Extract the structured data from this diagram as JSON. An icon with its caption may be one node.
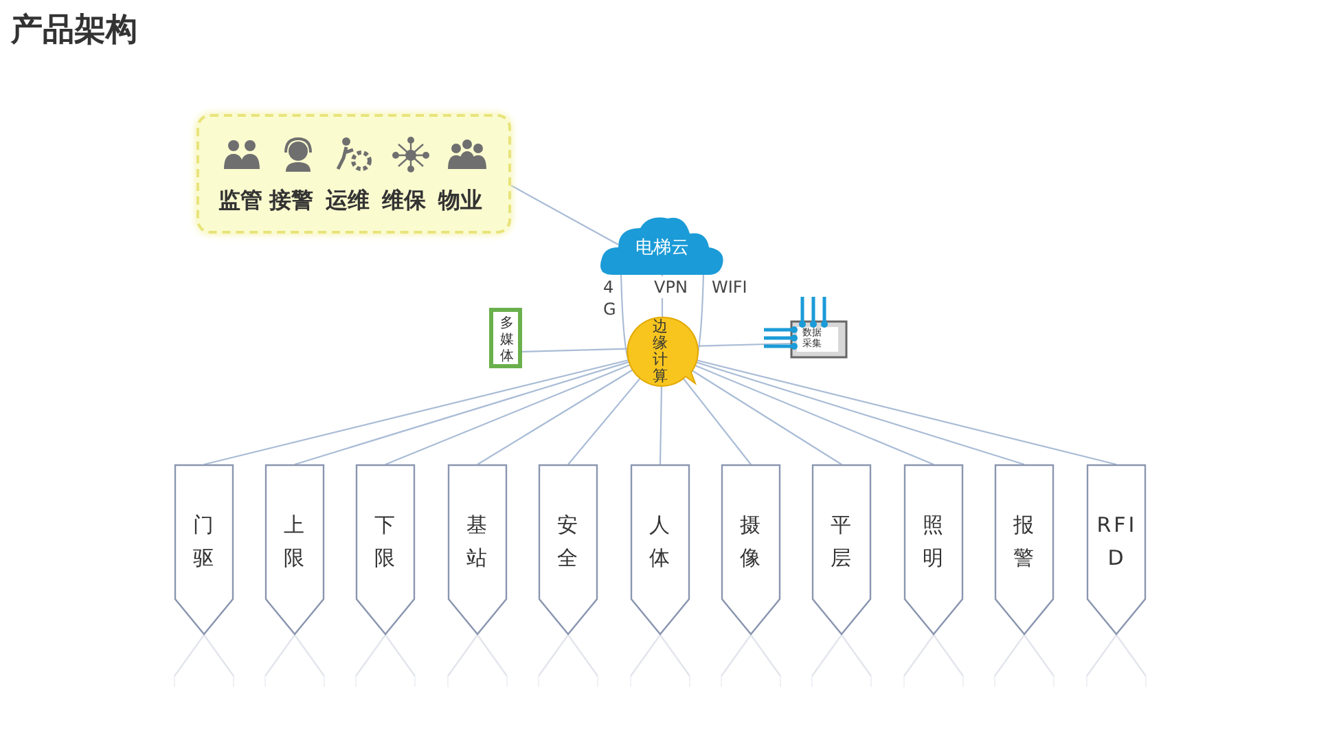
{
  "diagram": {
    "title": "产品架构",
    "nodes": [
      {
        "text": [
          "监管",
          "接警",
          "运维",
          "维保",
          "物业"
        ]
      },
      {
        "text": [
          "电梯云"
        ]
      },
      {
        "text": [
          "边缘计算"
        ]
      },
      {
        "text": [
          "多媒体"
        ]
      },
      {
        "text": [
          "数据采集"
        ]
      },
      {
        "text": [
          "门驱"
        ]
      },
      {
        "text": [
          "上限"
        ]
      },
      {
        "text": [
          "下限"
        ]
      },
      {
        "text": [
          "基站"
        ]
      },
      {
        "text": [
          "安全"
        ]
      },
      {
        "text": [
          "人体"
        ]
      },
      {
        "text": [
          "摄像"
        ]
      },
      {
        "text": [
          "平层"
        ]
      },
      {
        "text": [
          "照明"
        ]
      },
      {
        "text": [
          "报警"
        ]
      },
      {
        "text": [
          "RFID"
        ]
      }
    ],
    "edges": [
      {
        "from": 0,
        "to": 1,
        "arrow": "none"
      },
      {
        "from": 1,
        "to": 2,
        "arrow": "none",
        "label": "4G"
      },
      {
        "from": 1,
        "to": 2,
        "arrow": "none",
        "label": "VPN"
      },
      {
        "from": 1,
        "to": 2,
        "arrow": "none",
        "label": "WIFI"
      },
      {
        "from": 3,
        "to": 2,
        "arrow": "none"
      },
      {
        "from": 4,
        "to": 2,
        "arrow": "none"
      },
      {
        "from": 2,
        "to": 5,
        "arrow": "none"
      },
      {
        "from": 2,
        "to": 6,
        "arrow": "none"
      },
      {
        "from": 2,
        "to": 7,
        "arrow": "none"
      },
      {
        "from": 2,
        "to": 8,
        "arrow": "none"
      },
      {
        "from": 2,
        "to": 9,
        "arrow": "none"
      },
      {
        "from": 2,
        "to": 10,
        "arrow": "none"
      },
      {
        "from": 2,
        "to": 11,
        "arrow": "none"
      },
      {
        "from": 2,
        "to": 12,
        "arrow": "none"
      },
      {
        "from": 2,
        "to": 13,
        "arrow": "none"
      },
      {
        "from": 2,
        "to": 14,
        "arrow": "none"
      },
      {
        "from": 2,
        "to": 15,
        "arrow": "none"
      }
    ]
  }
}
